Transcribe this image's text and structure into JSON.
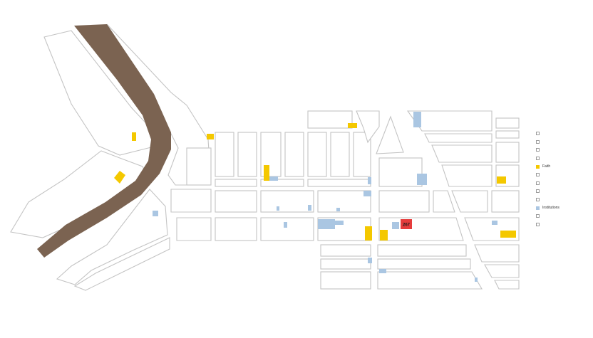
{
  "colors": {
    "river": "#7b6351",
    "faith": "#f4c800",
    "institution": "#aac6e2",
    "highlight": "#e63c3c",
    "street_line": "#c4c4c4"
  },
  "highlight_label": "267",
  "legend": {
    "items": [
      {
        "label": "",
        "color": ""
      },
      {
        "label": "",
        "color": ""
      },
      {
        "label": "",
        "color": ""
      },
      {
        "label": "",
        "color": ""
      },
      {
        "label": "Faith",
        "color": "#f4c800"
      },
      {
        "label": "",
        "color": ""
      },
      {
        "label": "",
        "color": ""
      },
      {
        "label": "",
        "color": ""
      },
      {
        "label": "",
        "color": ""
      },
      {
        "label": "Institutions",
        "color": "#aac6e2"
      },
      {
        "label": "",
        "color": ""
      },
      {
        "label": "",
        "color": ""
      }
    ]
  }
}
